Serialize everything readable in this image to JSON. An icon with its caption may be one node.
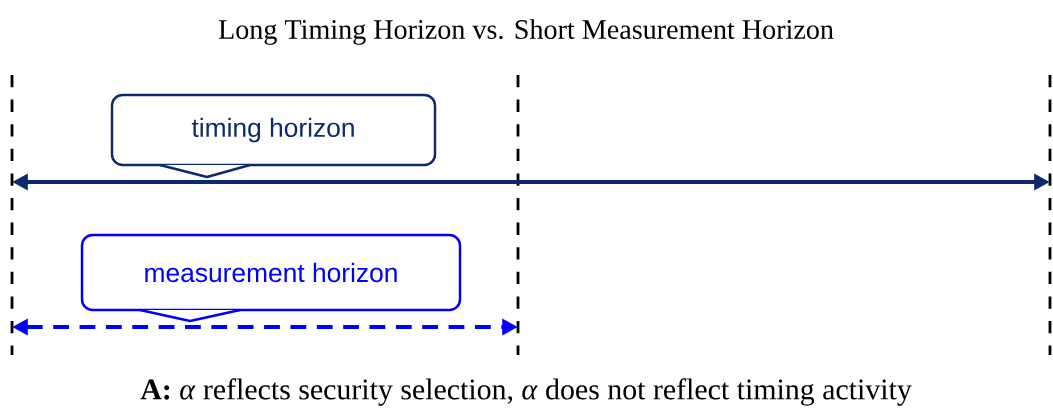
{
  "diagram": {
    "title": "Long Timing Horizon vs. Short Measurement Horizon",
    "nodes": [
      {
        "text": [
          "timing horizon"
        ]
      },
      {
        "text": [
          "measurement horizon"
        ]
      }
    ],
    "caption": "**A:** *α* reflects security selection, *α* does not reflect timing activity"
  }
}
